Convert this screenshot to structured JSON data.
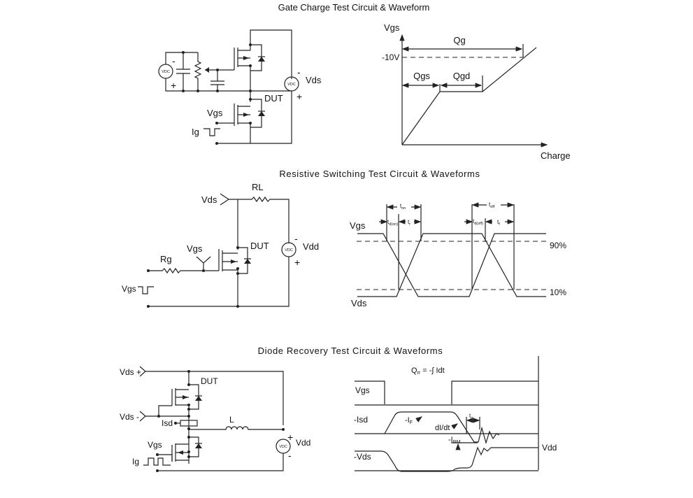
{
  "sections": {
    "gate_charge": {
      "title": "Gate Charge Test Circuit & Waveform",
      "circuit": {
        "vds": "Vds",
        "dut": "DUT",
        "vgs": "Vgs",
        "ig": "Ig",
        "vdc": "VDC",
        "minus": "-",
        "plus": "+"
      },
      "waveform": {
        "y_label": "Vgs",
        "x_label": "Charge",
        "level": "-10V",
        "qg": "Qg",
        "qgs": "Qgs",
        "qgd": "Qgd"
      }
    },
    "resistive_switching": {
      "title": "Resistive Switching Test Circuit & Waveforms",
      "circuit": {
        "vds": "Vds",
        "rl": "RL",
        "vgs": "Vgs",
        "dut": "DUT",
        "vdd": "Vdd",
        "rg": "Rg",
        "vgs_pulse": "Vgs",
        "vdc": "VDC",
        "minus": "-",
        "plus": "+"
      },
      "waveform": {
        "vgs": "Vgs",
        "vds": "Vds",
        "p90": "90%",
        "p10": "10%",
        "t_on": "t",
        "t_on_sub": "on",
        "t_off": "t",
        "t_off_sub": "off",
        "td_on": "t",
        "td_on_sub": "d(on)",
        "tr": "t",
        "tr_sub": "r",
        "td_off": "t",
        "td_off_sub": "d(off)",
        "tf": "t",
        "tf_sub": "f"
      }
    },
    "diode_recovery": {
      "title": "Diode Recovery Test Circuit & Waveforms",
      "circuit": {
        "vds_plus": "Vds +",
        "vds_minus": "Vds -",
        "dut": "DUT",
        "isd": "Isd",
        "l": "L",
        "vgs": "Vgs",
        "ig": "Ig",
        "vdd": "Vdd",
        "vdc": "VDC",
        "minus": "-",
        "plus": "+"
      },
      "waveform": {
        "qrr": "Q",
        "qrr_sub": "rr",
        "qrr_eq": "= -∫ Idt",
        "vgs": "Vgs",
        "isd": "-Isd",
        "vds": "-Vds",
        "if": "-I",
        "if_sub": "F",
        "didt": "dI/dt",
        "irm": "-I",
        "irm_sub": "RM",
        "trr": "t",
        "trr_sub": "rr",
        "vdd": "Vdd"
      }
    }
  }
}
